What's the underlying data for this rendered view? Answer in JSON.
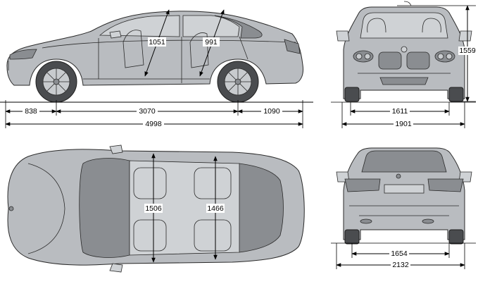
{
  "dimensions": {
    "front_overhang": "838",
    "wheelbase": "3070",
    "rear_overhang": "1090",
    "overall_length": "4998",
    "front_headroom": "1051",
    "rear_headroom": "991",
    "front_track": "1611",
    "overall_width": "1901",
    "height": "1559",
    "front_shoulder_width": "1506",
    "rear_shoulder_width": "1466",
    "rear_track": "1654",
    "width_with_mirrors": "2132"
  },
  "colors": {
    "car_body": "#b9bcc0",
    "outline": "#2a2a2a",
    "dimension_line": "#000000",
    "background": "#ffffff"
  }
}
